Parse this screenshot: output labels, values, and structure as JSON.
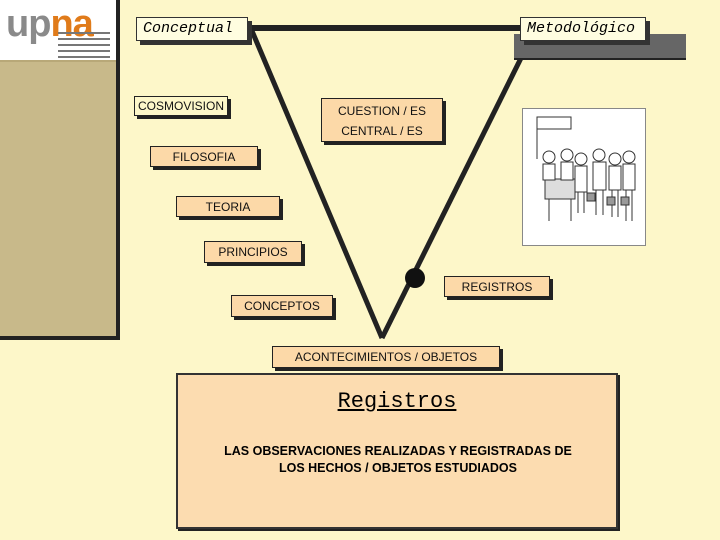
{
  "logo": {
    "part1": "up",
    "part2": "na"
  },
  "headers": {
    "left": "Conceptual",
    "right": "Metodológico"
  },
  "left_boxes": {
    "cosmovision": "COSMOVISION",
    "filosofia": "FILOSOFIA",
    "teoria": "TEORIA",
    "principios": "PRINCIPIOS",
    "conceptos": "CONCEPTOS"
  },
  "center": {
    "question_line1": "CUESTION / ES",
    "question_line2": "CENTRAL / ES"
  },
  "right_boxes": {
    "registros": "REGISTROS"
  },
  "bottom_box": "ACONTECIMIENTOS / OBJETOS",
  "panel": {
    "title": "Registros",
    "line1": "LAS OBSERVACIONES REALIZADAS Y REGISTRADAS DE",
    "line2": "LOS HECHOS / OBJETOS ESTUDIADOS"
  },
  "colors": {
    "background": "#fdf7c9",
    "sidebar": "#c8b98a",
    "panel": "#fcdcb0",
    "accent": "#e07b1a"
  }
}
